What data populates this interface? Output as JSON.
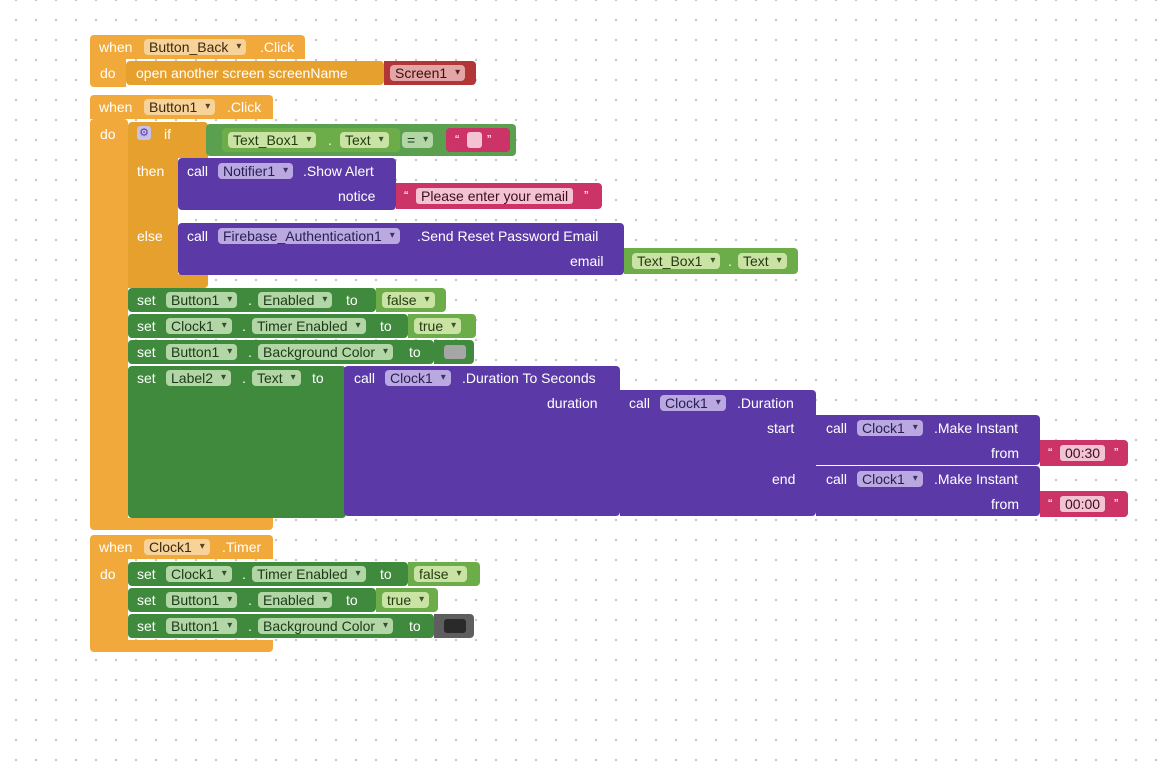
{
  "blocks": {
    "back_click": {
      "when": "when",
      "component": "Button_Back",
      "event": ".Click",
      "do": "do",
      "action": "open another screen  screenName",
      "screen": "Screen1"
    },
    "button1_click": {
      "when": "when",
      "component": "Button1",
      "event": ".Click",
      "do": "do",
      "if": {
        "label": "if",
        "lhs_component": "Text_Box1",
        "dot": ".",
        "lhs_prop": "Text",
        "op": "=",
        "quote_open": "“",
        "quote_close": "”"
      },
      "then": {
        "label": "then",
        "call": "call",
        "component": "Notifier1",
        "method": ".Show Alert",
        "param": "notice",
        "text": "Please enter your email"
      },
      "else": {
        "label": "else",
        "call": "call",
        "component": "Firebase_Authentication1",
        "method": ".Send Reset Password Email",
        "param": "email",
        "arg_component": "Text_Box1",
        "arg_prop": "Text"
      },
      "sets": [
        {
          "set": "set",
          "component": "Button1",
          "prop": "Enabled",
          "to": "to",
          "value": "false"
        },
        {
          "set": "set",
          "component": "Clock1",
          "prop": "Timer Enabled",
          "to": "to",
          "value": "true"
        },
        {
          "set": "set",
          "component": "Button1",
          "prop": "Background Color",
          "to": "to",
          "color": "#a6a6a6"
        },
        {
          "set": "set",
          "component": "Label2",
          "prop": "Text",
          "to": "to"
        }
      ],
      "duration_seconds": {
        "call": "call",
        "component": "Clock1",
        "method": ".Duration To Seconds",
        "param": "duration"
      },
      "duration": {
        "call": "call",
        "component": "Clock1",
        "method": ".Duration",
        "param_start": "start",
        "param_end": "end"
      },
      "make_start": {
        "call": "call",
        "component": "Clock1",
        "method": ".Make Instant",
        "param": "from",
        "value": "00:30"
      },
      "make_end": {
        "call": "call",
        "component": "Clock1",
        "method": ".Make Instant",
        "param": "from",
        "value": "00:00"
      }
    },
    "clock_timer": {
      "when": "when",
      "component": "Clock1",
      "event": ".Timer",
      "do": "do",
      "sets": [
        {
          "set": "set",
          "component": "Clock1",
          "prop": "Timer Enabled",
          "to": "to",
          "value": "false"
        },
        {
          "set": "set",
          "component": "Button1",
          "prop": "Enabled",
          "to": "to",
          "value": "true"
        },
        {
          "set": "set",
          "component": "Button1",
          "prop": "Background Color",
          "to": "to",
          "color": "#3a3a3a"
        }
      ]
    }
  },
  "colors": {
    "event": "#f2a93b",
    "control": "#e6a02e",
    "component_set": "#3f8a3c",
    "logic": "#6cad4a",
    "procedure": "#5b3aa8",
    "text": "#cc3366",
    "screen": "#b33636"
  }
}
